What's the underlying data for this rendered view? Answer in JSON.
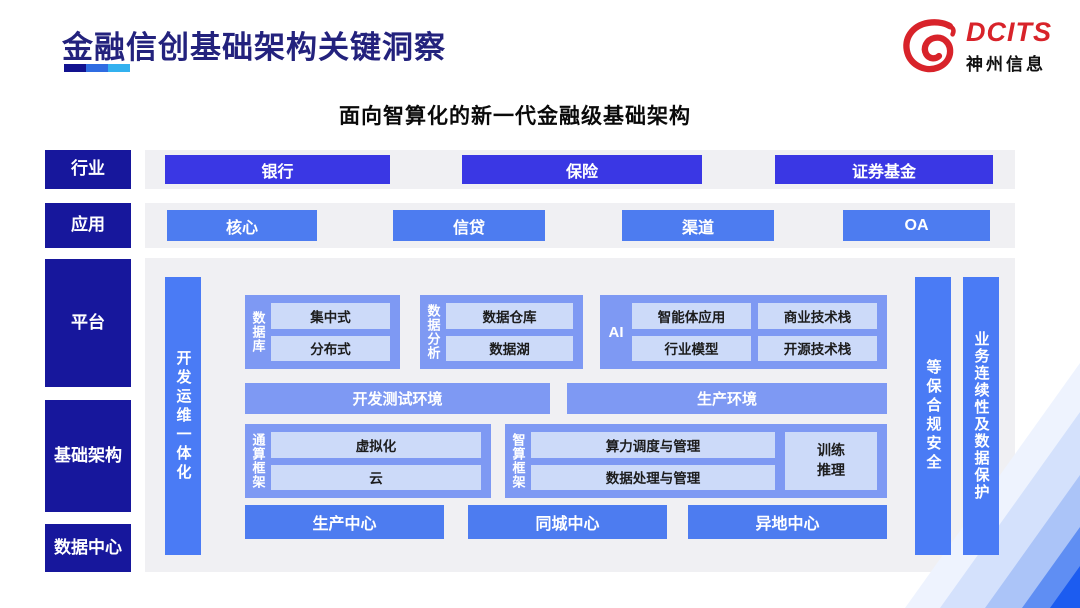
{
  "page": {
    "title": "金融信创基础架构关键洞察",
    "subtitle": "面向智算化的新一代金融级基础架构"
  },
  "logo": {
    "brand": "DCITS",
    "company": "神州信息",
    "icon": "swirl-comet-icon",
    "brand_color": "#d8232a"
  },
  "colors": {
    "navy_label": "#17179c",
    "industry_button": "#3a37e4",
    "app_button": "#4d7cf0",
    "vertical_bar": "#4a7bf5",
    "group_box": "#7e99f3",
    "inner_chip": "#ccdaf9",
    "panel_gray": "#f0f0f3",
    "accent_corner": "#1f5ff0"
  },
  "layers": {
    "industry": {
      "label": "行业",
      "items": [
        "银行",
        "保险",
        "证券基金"
      ]
    },
    "application": {
      "label": "应用",
      "items": [
        "核心",
        "信贷",
        "渠道",
        "OA"
      ]
    },
    "platform": {
      "label": "平台"
    },
    "infrastructure": {
      "label": "基础架构"
    },
    "datacenter": {
      "label": "数据中心"
    }
  },
  "platform": {
    "devops_bar": "开发运维一体化",
    "groups": [
      {
        "label": "数据库",
        "items": [
          "集中式",
          "分布式"
        ]
      },
      {
        "label": "数据分析",
        "items": [
          "数据仓库",
          "数据湖"
        ]
      },
      {
        "label": "AI",
        "items": [
          "智能体应用",
          "商业技术栈",
          "行业模型",
          "开源技术栈"
        ]
      }
    ],
    "environments": [
      "开发测试环境",
      "生产环境"
    ],
    "frameworks": [
      {
        "label": "通算框架",
        "items": [
          "虚拟化",
          "云"
        ]
      },
      {
        "label": "智算框架",
        "items": [
          "算力调度与管理",
          "数据处理与管理"
        ],
        "side_lines": [
          "训练",
          "推理"
        ]
      }
    ],
    "centers": [
      "生产中心",
      "同城中心",
      "异地中心"
    ],
    "right_bars": [
      "等保合规安全",
      "业务连续性及数据保护"
    ]
  }
}
